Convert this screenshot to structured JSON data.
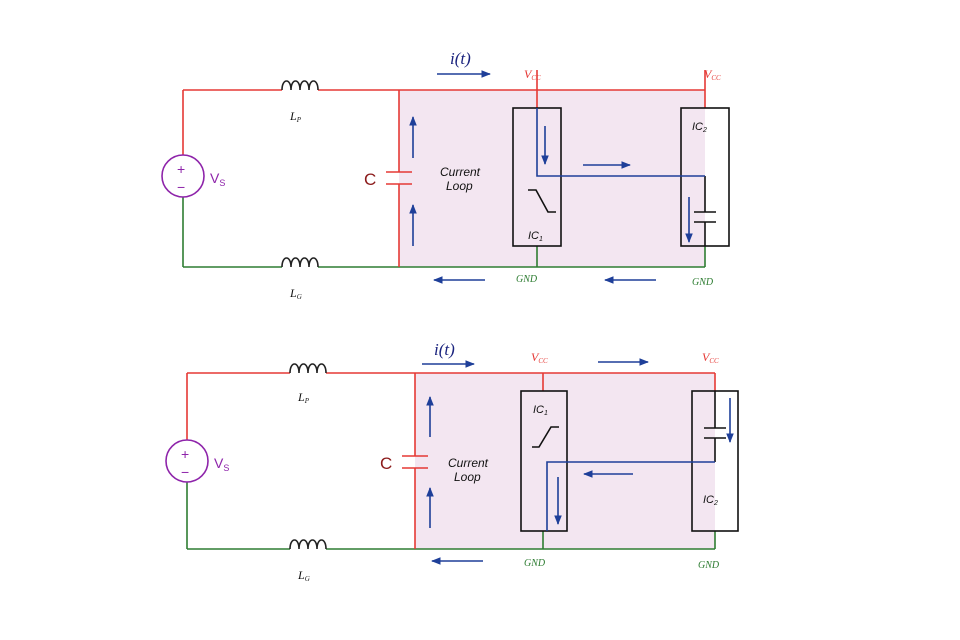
{
  "colors": {
    "supply_wire": "#e53935",
    "ground_wire": "#2e7d32",
    "source": "#8e24aa",
    "current_arrows": "#1e3f99",
    "loop_fill": "#f3e6f1",
    "capacitor_label": "#8b1a1a"
  },
  "top_circuit": {
    "current_label": "i(t)",
    "inductor_top": "L",
    "inductor_top_sub": "P",
    "inductor_bottom": "L",
    "inductor_bottom_sub": "G",
    "source_label": "V",
    "source_label_sub": "S",
    "source_plus": "+",
    "source_minus": "−",
    "capacitor_label": "C",
    "loop_label_line1": "Current",
    "loop_label_line2": "Loop",
    "vcc_left": "V",
    "vcc_left_sub": "CC",
    "vcc_right": "V",
    "vcc_right_sub": "CC",
    "ic1_label": "IC",
    "ic1_sub": "1",
    "ic2_label": "IC",
    "ic2_sub": "2",
    "gnd_left": "GND",
    "gnd_right": "GND"
  },
  "bottom_circuit": {
    "current_label": "i(t)",
    "inductor_top": "L",
    "inductor_top_sub": "P",
    "inductor_bottom": "L",
    "inductor_bottom_sub": "G",
    "source_label": "V",
    "source_label_sub": "S",
    "source_plus": "+",
    "source_minus": "−",
    "capacitor_label": "C",
    "loop_label_line1": "Current",
    "loop_label_line2": "Loop",
    "vcc_left": "V",
    "vcc_left_sub": "CC",
    "vcc_right": "V",
    "vcc_right_sub": "CC",
    "ic1_label": "IC",
    "ic1_sub": "1",
    "ic2_label": "IC",
    "ic2_sub": "2",
    "gnd_left": "GND",
    "gnd_right": "GND"
  }
}
